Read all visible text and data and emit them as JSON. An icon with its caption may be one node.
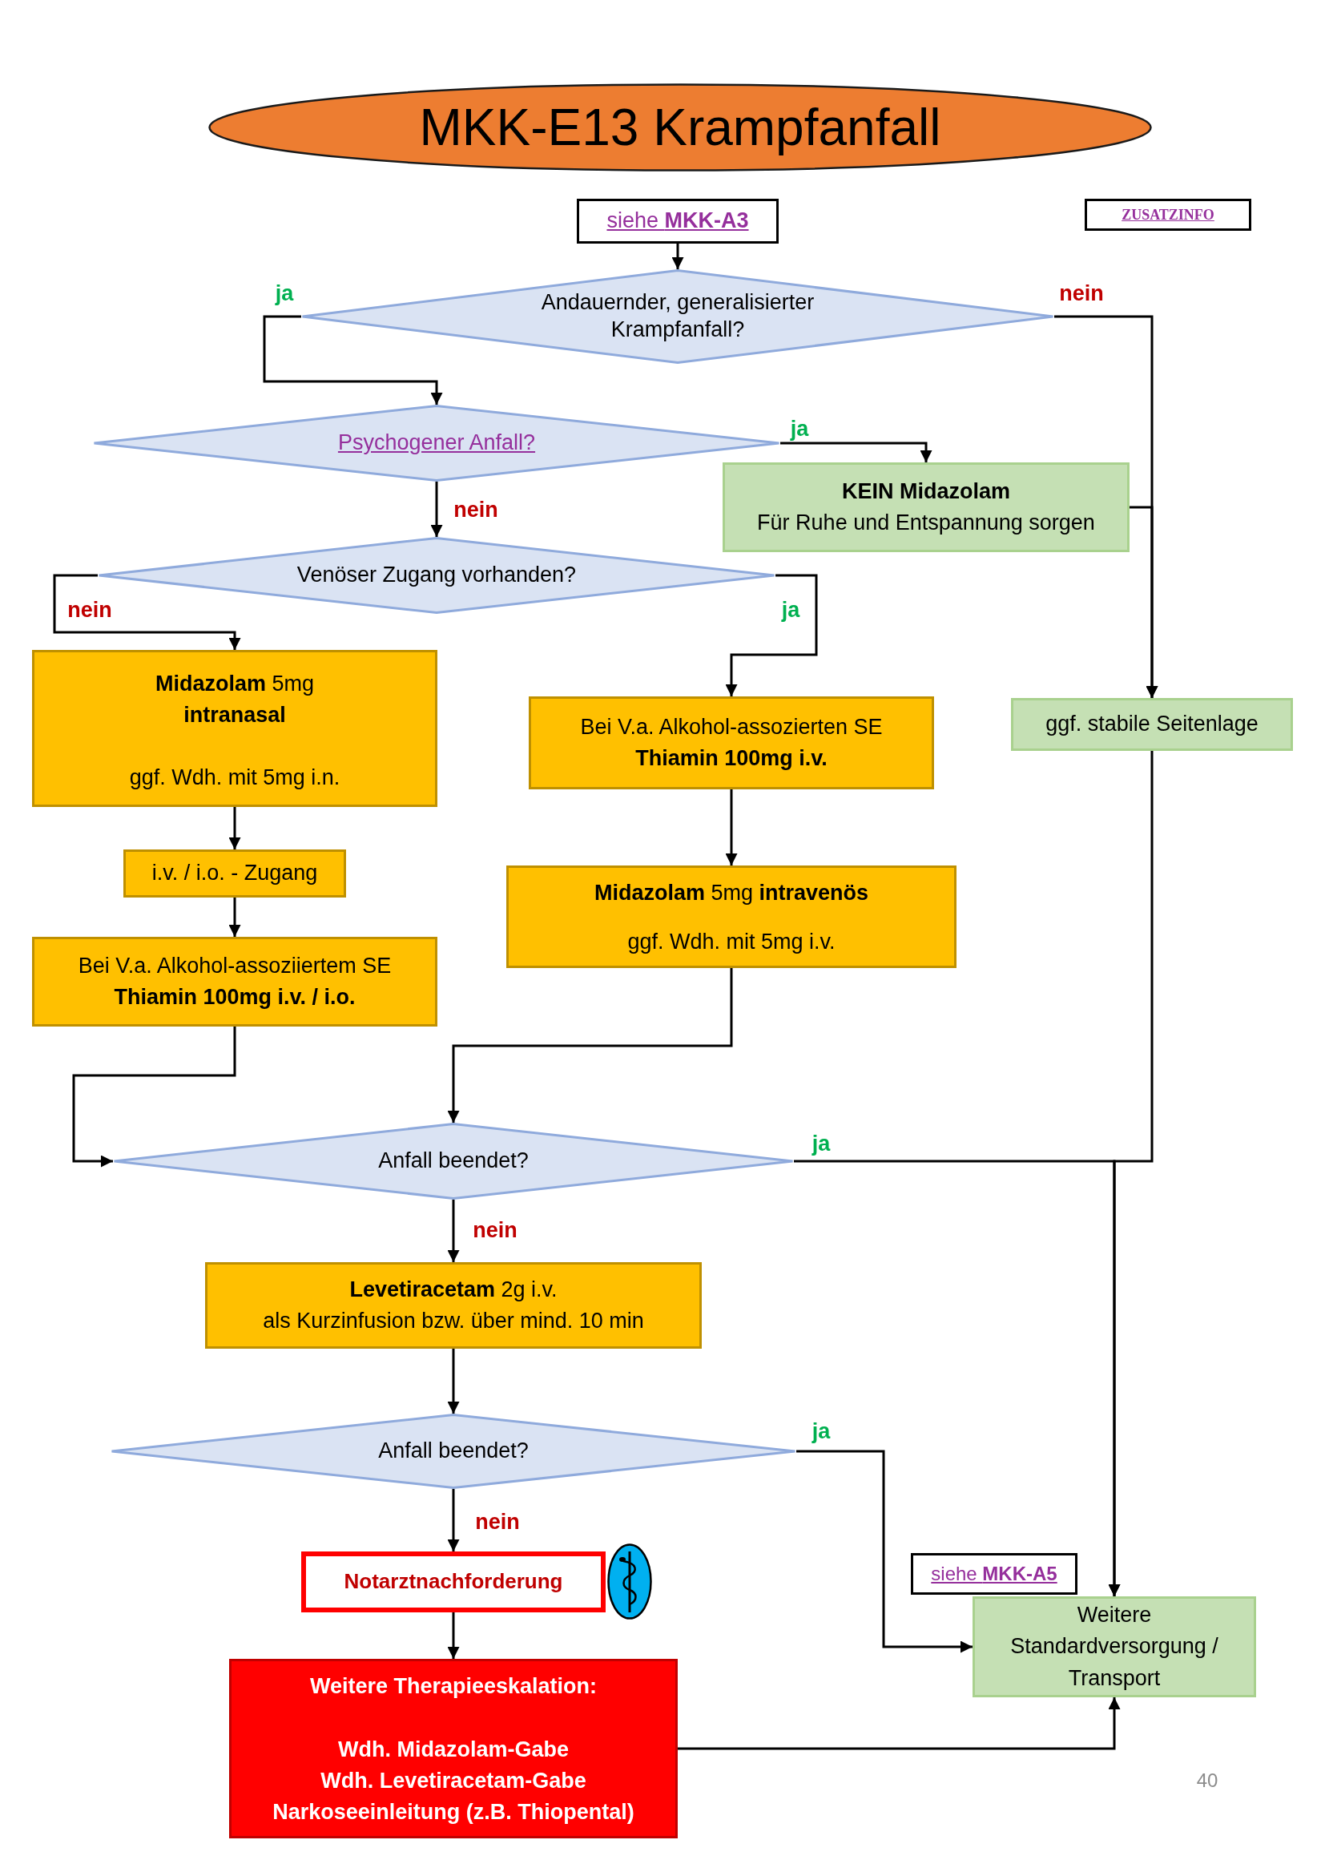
{
  "diagram": {
    "title": "MKK-E13 Krampfanfall",
    "nodes": [
      {
        "text": [
          "siehe **MKK-A3**"
        ]
      },
      {
        "text": [
          "ZUSATZINFO"
        ]
      },
      {
        "text": [
          "Andauernder, generalisierter Krampfanfall?"
        ]
      },
      {
        "text": [
          "Psychogener Anfall?"
        ]
      },
      {
        "text": [
          "KEIN Midazolam",
          "Für Ruhe und Entspannung sorgen"
        ]
      },
      {
        "text": [
          "Venöser Zugang vorhanden?"
        ]
      },
      {
        "text": [
          "**Midazolam** 5mg **intranasal**",
          "ggf. Wdh. mit 5mg i.n."
        ]
      },
      {
        "text": [
          "Bei V.a. Alkohol-assozierten SE",
          "Thiamin 100mg i.v."
        ]
      },
      {
        "text": [
          "ggf. stabile Seitenlage"
        ]
      },
      {
        "text": [
          "i.v. / i.o. - Zugang"
        ]
      },
      {
        "text": [
          "**Midazolam** 5mg **intravenös**",
          "ggf. Wdh. mit 5mg i.v."
        ]
      },
      {
        "text": [
          "Bei V.a. Alkohol-assoziiertem SE",
          "Thiamin 100mg i.v. / i.o."
        ]
      },
      {
        "text": [
          "Anfall beendet?"
        ]
      },
      {
        "text": [
          "**Levetiracetam** 2g i.v.",
          "als Kurzinfusion bzw. über mind. 10 min"
        ]
      },
      {
        "text": [
          "Anfall beendet?"
        ]
      },
      {
        "text": [
          "Notarztnachforderung"
        ]
      },
      {
        "text": [
          "Weitere Therapieeskalation:",
          "Wdh. Midazolam-Gabe",
          "Wdh. Levetiracetam-Gabe",
          "Narkoseeinleitung (z.B. Thiopental)"
        ]
      },
      {
        "text": [
          "siehe **MKK-A5**"
        ]
      },
      {
        "text": [
          "Weitere Standardversorgung / Transport"
        ]
      }
    ],
    "edges": [
      {
        "from": 0,
        "to": 2,
        "arrow": "to"
      },
      {
        "from": 2,
        "to": 3,
        "arrow": "to",
        "label": "ja"
      },
      {
        "from": 2,
        "to": 8,
        "arrow": "to",
        "label": "nein"
      },
      {
        "from": 3,
        "to": 4,
        "arrow": "to",
        "label": "ja"
      },
      {
        "from": 3,
        "to": 5,
        "arrow": "to",
        "label": "nein"
      },
      {
        "from": 4,
        "to": 8,
        "arrow": "to"
      },
      {
        "from": 5,
        "to": 6,
        "arrow": "to",
        "label": "nein"
      },
      {
        "from": 5,
        "to": 7,
        "arrow": "to",
        "label": "ja"
      },
      {
        "from": 6,
        "to": 9,
        "arrow": "to"
      },
      {
        "from": 9,
        "to": 11,
        "arrow": "to"
      },
      {
        "from": 7,
        "to": 10,
        "arrow": "to"
      },
      {
        "from": 11,
        "to": 12,
        "arrow": "to"
      },
      {
        "from": 10,
        "to": 12,
        "arrow": "to"
      },
      {
        "from": 12,
        "to": 18,
        "arrow": "to",
        "label": "ja"
      },
      {
        "from": 8,
        "to": 18,
        "arrow": "to"
      },
      {
        "from": 12,
        "to": 13,
        "arrow": "to",
        "label": "nein"
      },
      {
        "from": 13,
        "to": 14,
        "arrow": "to"
      },
      {
        "from": 14,
        "to": 18,
        "arrow": "to",
        "label": "ja"
      },
      {
        "from": 14,
        "to": 15,
        "arrow": "to",
        "label": "nein"
      },
      {
        "from": 15,
        "to": 16,
        "arrow": "to"
      },
      {
        "from": 16,
        "to": 18,
        "arrow": "to"
      }
    ],
    "labels": [
      "40"
    ]
  }
}
